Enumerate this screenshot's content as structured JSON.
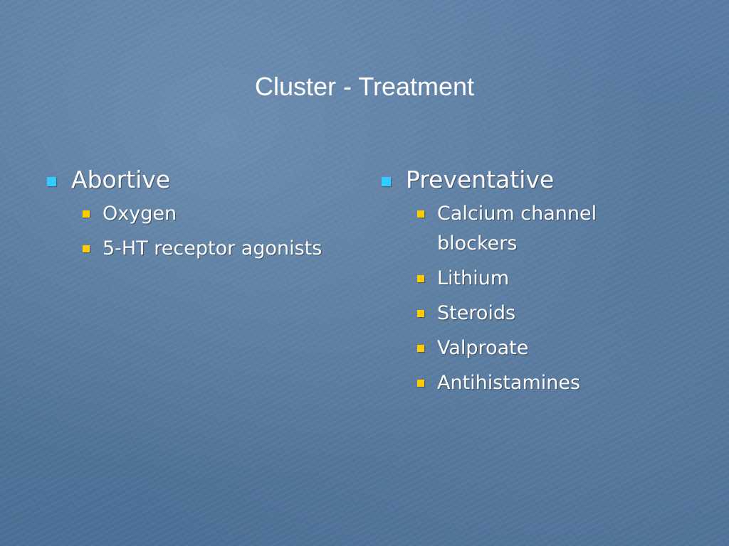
{
  "slide": {
    "title": "Cluster - Treatment",
    "colors": {
      "background": "#527599",
      "text": "#ffffff",
      "bullet_level1": "#33ccff",
      "bullet_level2": "#ffcc00"
    },
    "columns": [
      {
        "heading": "Abortive",
        "items": [
          "Oxygen",
          "5-HT receptor agonists"
        ]
      },
      {
        "heading": "Preventative",
        "items": [
          "Calcium channel blockers",
          "Lithium",
          "Steroids",
          "Valproate",
          "Antihistamines"
        ]
      }
    ]
  }
}
